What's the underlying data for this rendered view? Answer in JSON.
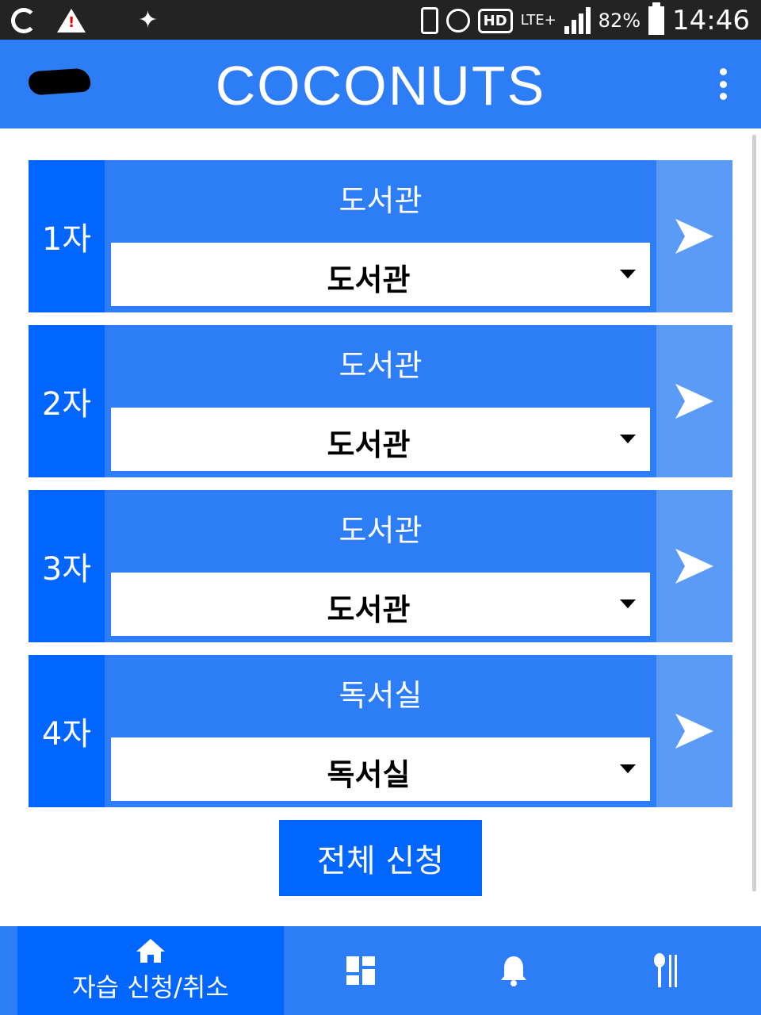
{
  "status_bar": {
    "battery": "82%",
    "time": "14:46",
    "lte": "LTE+",
    "hd": "HD"
  },
  "app_bar": {
    "title": "COCONUTS"
  },
  "rows": [
    {
      "number": "1자",
      "label": "도서관",
      "selected": "도서관"
    },
    {
      "number": "2자",
      "label": "도서관",
      "selected": "도서관"
    },
    {
      "number": "3자",
      "label": "도서관",
      "selected": "도서관"
    },
    {
      "number": "4자",
      "label": "독서실",
      "selected": "독서실"
    }
  ],
  "apply_all_label": "전체 신청",
  "bottom_nav": {
    "active_label": "자습 신청/취소",
    "items": [
      "home-icon",
      "dashboard-icon",
      "bell-icon",
      "utensils-icon"
    ]
  },
  "colors": {
    "primary": "#2d7ef6",
    "accent": "#0066ff",
    "send": "#5b9bf8"
  }
}
